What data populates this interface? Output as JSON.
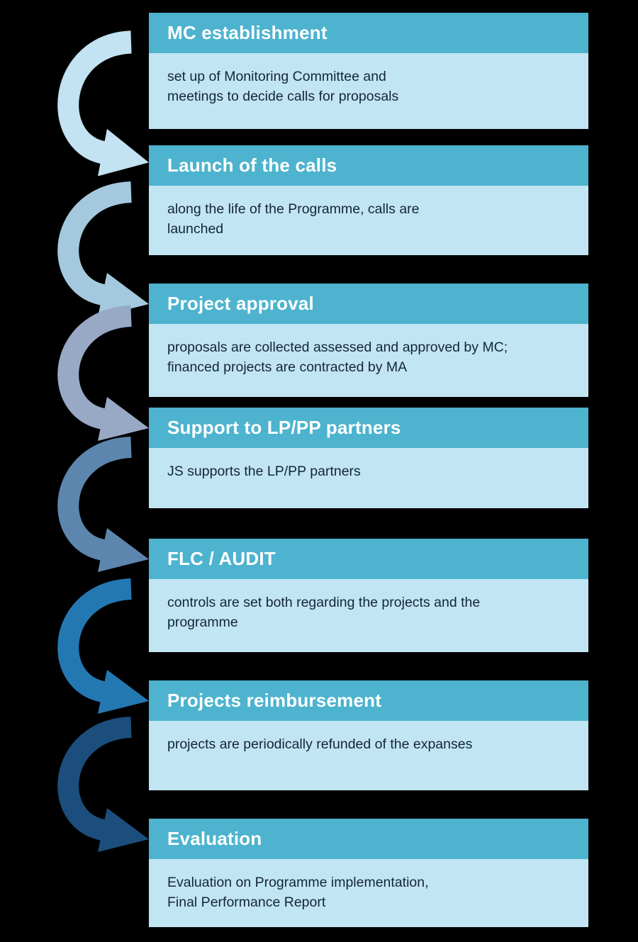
{
  "background": "#000000",
  "colors": {
    "header_bg": "#4db3ce",
    "header_text": "#ffffff",
    "body_bg": "#c2e5f3",
    "body_text": "#14253c"
  },
  "steps": [
    {
      "title": "MC establishment",
      "description": "set up of Monitoring Committee and\nmeetings to decide calls for proposals"
    },
    {
      "title": "Launch of the calls",
      "description": "along  the life of the Programme, calls are\nlaunched"
    },
    {
      "title": "Project approval",
      "description": "proposals are collected assessed and approved by MC;\nfinanced projects are contracted by MA"
    },
    {
      "title": "Support to LP/PP partners",
      "description": "JS supports the LP/PP partners"
    },
    {
      "title": "FLC / AUDIT",
      "description": "controls are set both regarding the projects and the\nprogramme"
    },
    {
      "title": "Projects reimbursement",
      "description": "projects are periodically refunded of the expanses"
    },
    {
      "title": "Evaluation",
      "description": "Evaluation on Programme implementation,\nFinal Performance Report"
    }
  ],
  "arrows": [
    {
      "color": "#c3e2f2"
    },
    {
      "color": "#a4c9df"
    },
    {
      "color": "#97a9c5"
    },
    {
      "color": "#5d86ae"
    },
    {
      "color": "#2478b2"
    },
    {
      "color": "#1b4e7c"
    }
  ]
}
